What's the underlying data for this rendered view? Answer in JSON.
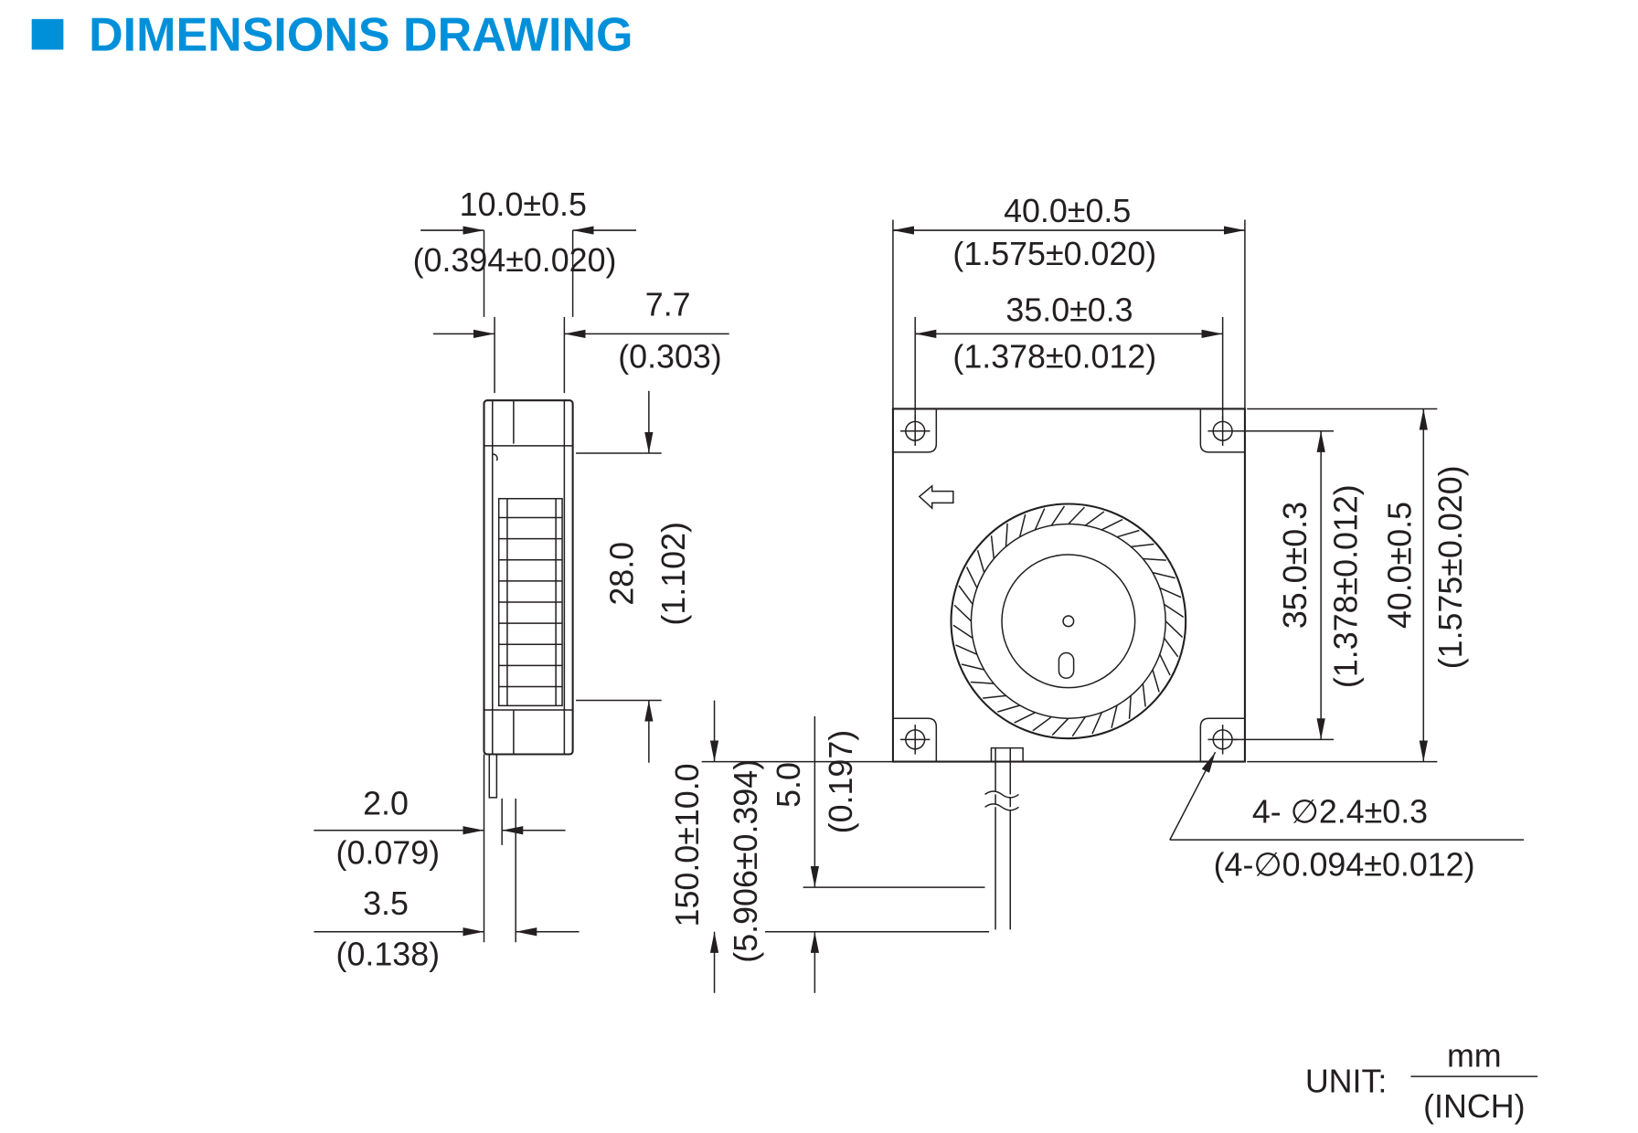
{
  "header": {
    "title": "DIMENSIONS DRAWING",
    "accent_color": "#0090DA"
  },
  "side_view": {
    "width_mm": "10.0±0.5",
    "width_in": "(0.394±0.020)",
    "inlet_mm": "7.7",
    "inlet_in": "(0.303)",
    "height_mm": "28.0",
    "height_in": "(1.102)",
    "dim_a_mm": "2.0",
    "dim_a_in": "(0.079)",
    "dim_b_mm": "3.5",
    "dim_b_in": "(0.138)"
  },
  "lead_wire": {
    "length_mm": "150.0±10.0",
    "length_in": "(5.906±0.394)",
    "strip_mm": "5.0",
    "strip_in": "(0.197)"
  },
  "front_view": {
    "outer_mm": "40.0±0.5",
    "outer_in": "(1.575±0.020)",
    "hole_pitch_mm": "35.0±0.3",
    "hole_pitch_in": "(1.378±0.012)",
    "v_hole_pitch_mm": "35.0±0.3",
    "v_hole_pitch_in": "(1.378±0.012)",
    "v_outer_mm": "40.0±0.5",
    "v_outer_in": "(1.575±0.020)",
    "holes_mm": "4- ∅2.4±0.3",
    "holes_in": "(4-∅0.094±0.012)"
  },
  "unit": {
    "label": "UNIT:",
    "primary": "mm",
    "secondary": "(INCH)"
  }
}
